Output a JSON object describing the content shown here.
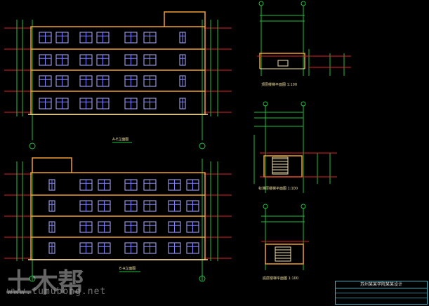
{
  "watermark": {
    "brand": "土木帮",
    "url": "www.tumubong.net"
  },
  "title_block": {
    "text": "苏州某某学院某某设计"
  }
}
